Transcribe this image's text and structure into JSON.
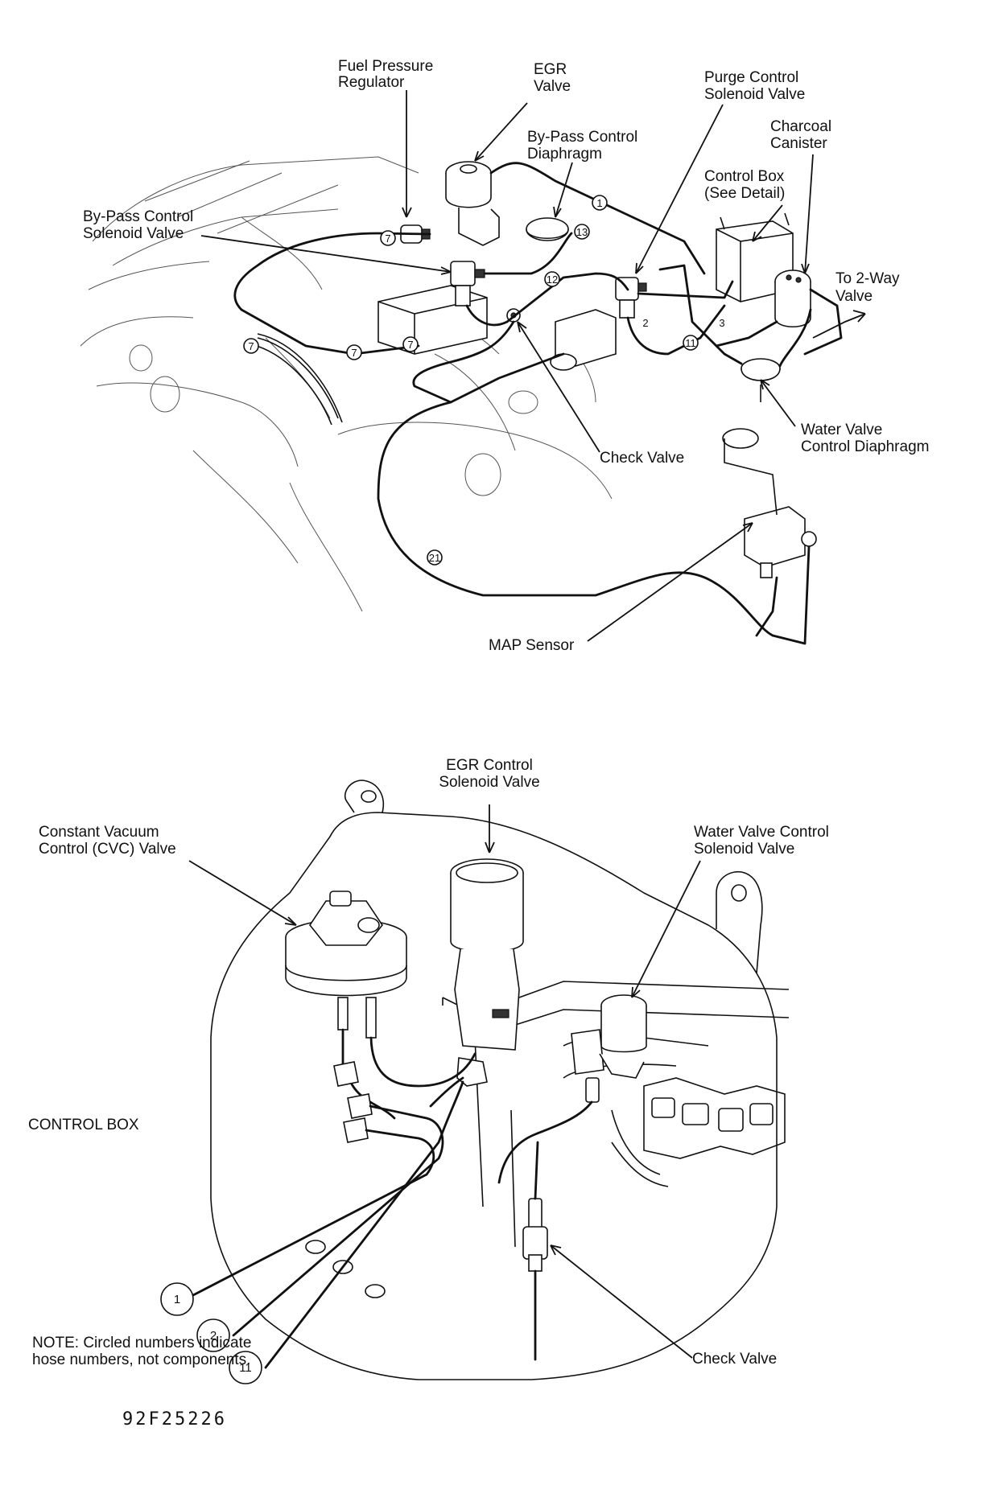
{
  "top_labels": {
    "fuel_pressure_regulator": [
      "Fuel Pressure",
      "Regulator"
    ],
    "egr_valve": [
      "EGR",
      "Valve"
    ],
    "purge_control_solenoid": [
      "Purge Control",
      "Solenoid Valve"
    ],
    "charcoal_canister": [
      "Charcoal",
      "Canister"
    ],
    "bypass_control_diaphragm": [
      "By-Pass Control",
      "Diaphragm"
    ],
    "control_box": [
      "Control Box",
      "(See Detail)"
    ],
    "bypass_control_solenoid": [
      "By-Pass Control",
      "Solenoid Valve"
    ],
    "to_2way_valve": [
      "To 2-Way",
      "Valve"
    ],
    "water_valve_control_diaphragm": [
      "Water Valve",
      "Control Diaphragm"
    ],
    "check_valve": "Check Valve",
    "map_sensor": "MAP Sensor"
  },
  "hose_tags": [
    "7",
    "7",
    "7",
    "7",
    "1",
    "13",
    "12",
    "2",
    "3",
    "11",
    "21"
  ],
  "detail_labels": {
    "egr_control_solenoid": [
      "EGR Control",
      "Solenoid Valve"
    ],
    "cvc_valve": [
      "Constant Vacuum",
      "Control (CVC) Valve"
    ],
    "water_valve_control_solenoid": [
      "Water Valve Control",
      "Solenoid Valve"
    ],
    "control_box_title": "CONTROL BOX",
    "check_valve": "Check Valve"
  },
  "hose_circles": [
    "1",
    "2",
    "11"
  ],
  "note": [
    "NOTE: Circled numbers indicate",
    "hose numbers, not components."
  ],
  "figure_code": "92F25226"
}
